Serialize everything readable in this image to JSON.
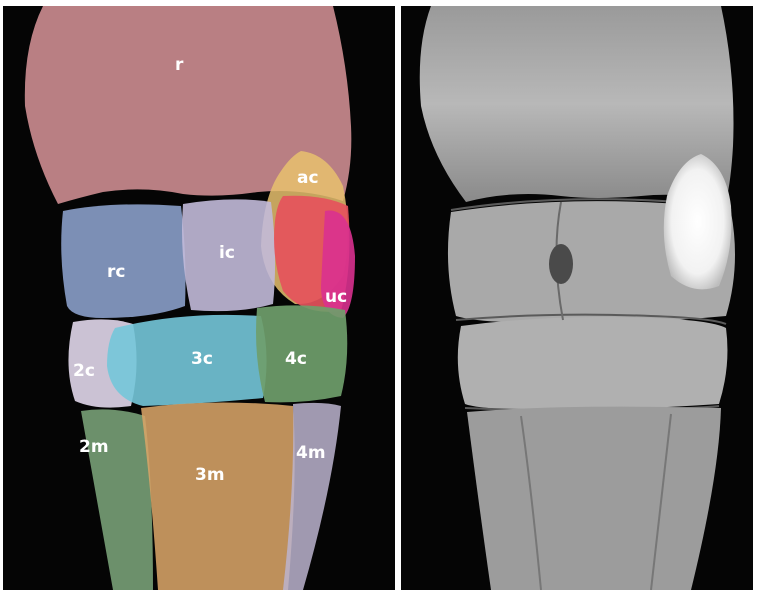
{
  "figure": {
    "labels": {
      "r": "r",
      "ac": "ac",
      "rc": "rc",
      "ic": "ic",
      "uc": "uc",
      "c2": "2c",
      "c3": "3c",
      "c4": "4c",
      "m2": "2m",
      "m3": "3m",
      "m4": "4m"
    },
    "colors": {
      "radius": "#c98a8e",
      "accessory_carpal": "#e7c16e",
      "radial_carpal": "#8a9fc9",
      "intermediate_carpal": "#c2bad9",
      "ulnar_carpal_red": "#e5535c",
      "ulnar_carpal_magenta": "#d9318f",
      "second_carpal": "#dcd2e6",
      "third_carpal": "#74c7d9",
      "fourth_carpal": "#6f9e6b",
      "second_metacarpal": "#8fbf8e",
      "third_metacarpal": "#d8a468",
      "fourth_metacarpal": "#bcb4cf"
    }
  }
}
